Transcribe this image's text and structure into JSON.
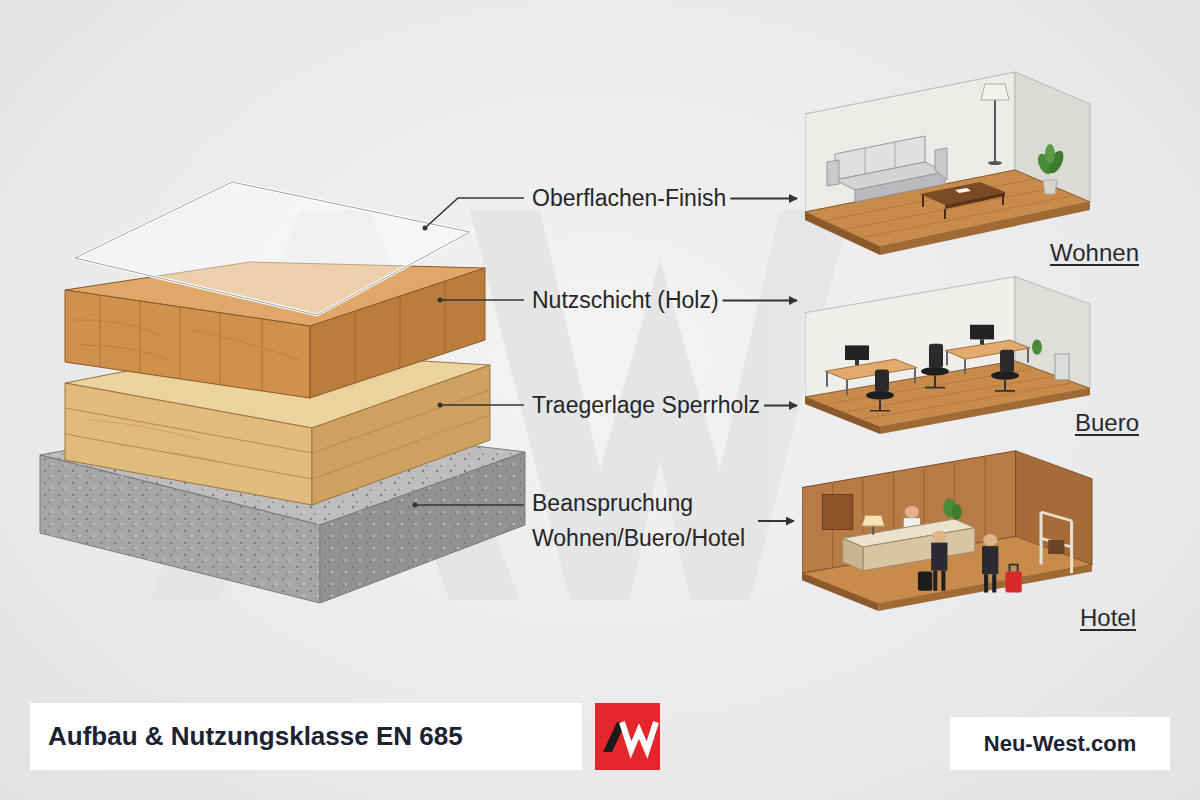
{
  "diagram": {
    "title": "Aufbau & Nutzungsklasse EN 685",
    "nodes": [
      {
        "text": [
          "Oberflachen-Finish"
        ]
      },
      {
        "text": [
          "Nutzschicht (Holz)"
        ]
      },
      {
        "text": [
          "Traegerlage Sperrholz"
        ]
      },
      {
        "text": [
          "Beanspruchung Wohnen/Buero/Hotel"
        ]
      },
      {
        "text": [
          "Wohnen"
        ]
      },
      {
        "text": [
          "Buero"
        ]
      },
      {
        "text": [
          "Hotel"
        ]
      }
    ],
    "edges": [
      {
        "from": 0,
        "to": 4,
        "arrow": "to"
      },
      {
        "from": 1,
        "to": 5,
        "arrow": "to"
      },
      {
        "from": 2,
        "to": 5,
        "arrow": "to"
      },
      {
        "from": 3,
        "to": 6,
        "arrow": "to"
      }
    ],
    "labels": [
      "Neu-West.com"
    ]
  }
}
